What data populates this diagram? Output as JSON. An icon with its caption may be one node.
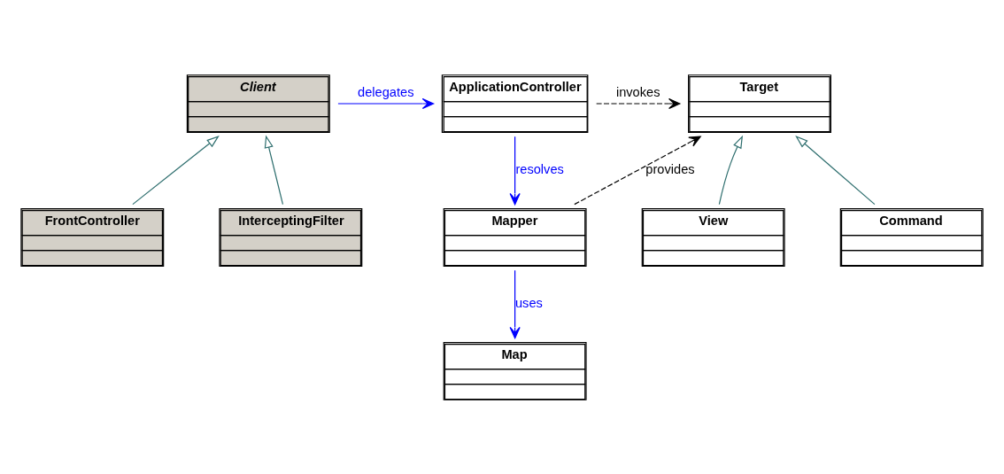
{
  "diagram": {
    "nodes": [
      {
        "text": [
          "Client"
        ]
      },
      {
        "text": [
          "ApplicationController"
        ]
      },
      {
        "text": [
          "Target"
        ]
      },
      {
        "text": [
          "FrontController"
        ]
      },
      {
        "text": [
          "InterceptingFilter"
        ]
      },
      {
        "text": [
          "Mapper"
        ]
      },
      {
        "text": [
          "View"
        ]
      },
      {
        "text": [
          "Command"
        ]
      },
      {
        "text": [
          "Map"
        ]
      }
    ],
    "edges": [
      {
        "from": 0,
        "to": 1,
        "arrow": "to",
        "label": "delegates",
        "color": "#0000ff"
      },
      {
        "from": 1,
        "to": 2,
        "arrow": "to",
        "label": "invokes",
        "style": "dashed",
        "color": "#000000"
      },
      {
        "from": 5,
        "to": 2,
        "arrow": "to",
        "label": "provides",
        "style": "dashed",
        "color": "#000000"
      },
      {
        "from": 1,
        "to": 5,
        "arrow": "to",
        "label": "resolves",
        "color": "#0000ff"
      },
      {
        "from": 3,
        "to": 0,
        "arrow": "to"
      },
      {
        "from": 4,
        "to": 0,
        "arrow": "to"
      },
      {
        "from": 6,
        "to": 2,
        "arrow": "to"
      },
      {
        "from": 7,
        "to": 2,
        "arrow": "to"
      },
      {
        "from": 5,
        "to": 8,
        "arrow": "to",
        "label": "uses",
        "color": "#0000ff"
      }
    ]
  }
}
